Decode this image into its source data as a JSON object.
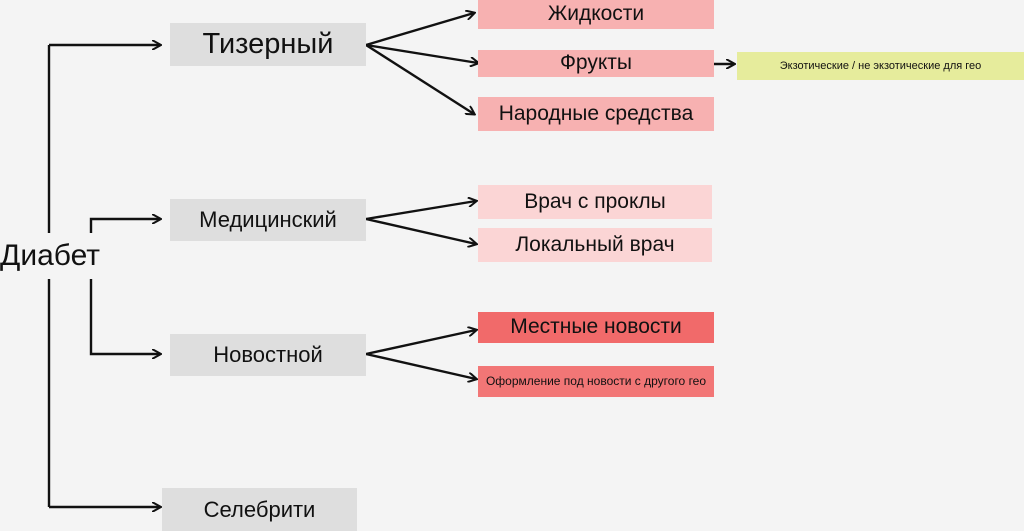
{
  "root": {
    "label": "Диабет"
  },
  "categories": {
    "teaser": "Тизерный",
    "medical": "Медицинский",
    "news": "Новостной",
    "celebrity": "Селебрити"
  },
  "teaser_items": {
    "liquids": "Жидкости",
    "fruits": "Фрукты",
    "folk": "Народные средства"
  },
  "fruit_note": "Экзотические / не экзотические для гео",
  "medical_items": {
    "doctor_prokly": "Врач с проклы",
    "local_doctor": "Локальный врач"
  },
  "news_items": {
    "local_news": "Местные новости",
    "news_other_geo": "Оформление под новости с другого гео"
  },
  "colors": {
    "background": "#f4f4f4",
    "category_box": "#dedede",
    "pink_light": "#f7b1b1",
    "pink_pale": "#fbd5d5",
    "red": "#f16a6a",
    "yellow_note": "#e6ec9c"
  }
}
